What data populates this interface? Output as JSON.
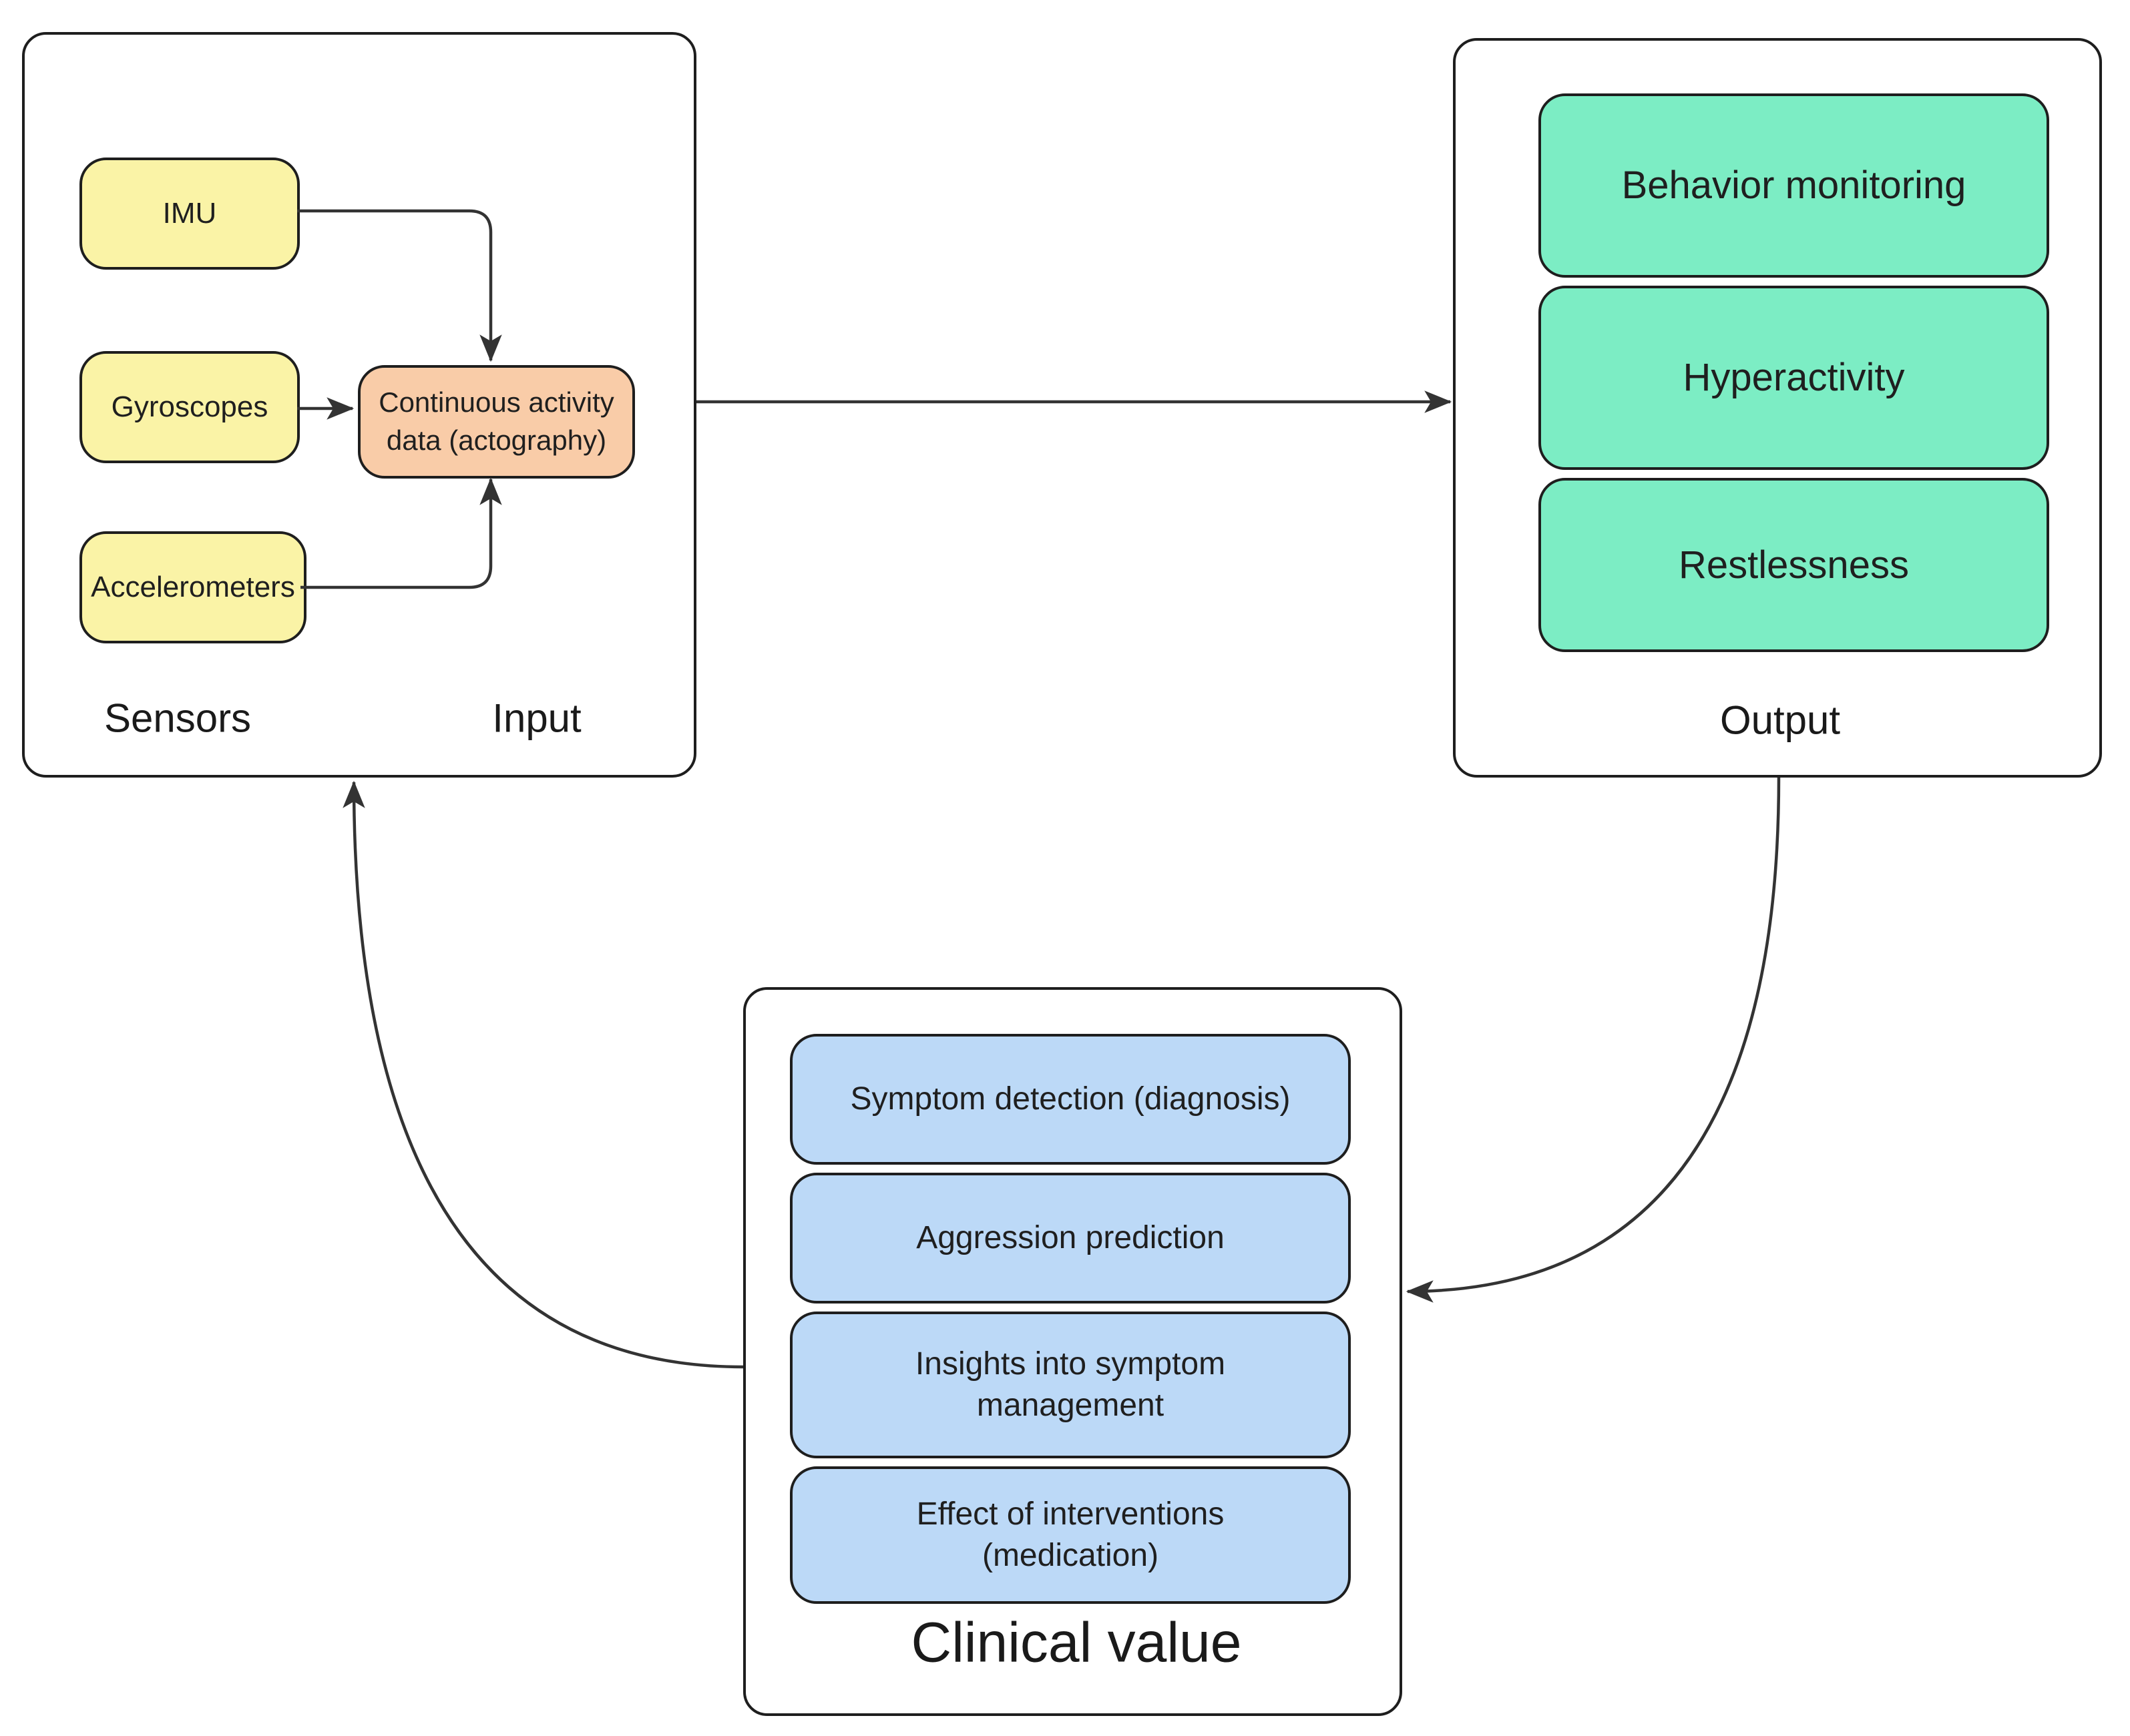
{
  "diagram": {
    "sensors_panel": {
      "label_left": "Sensors",
      "label_right": "Input",
      "nodes": {
        "imu": "IMU",
        "gyroscopes": "Gyroscopes",
        "accelerometers": "Accelerometers",
        "activity_lines": [
          "Continuous activity",
          "data (actography)"
        ]
      }
    },
    "output_panel": {
      "label": "Output",
      "items": [
        "Behavior monitoring",
        "Hyperactivity",
        "Restlessness"
      ]
    },
    "clinical_panel": {
      "label": "Clinical value",
      "items": [
        [
          "Symptom detection (diagnosis)",
          ""
        ],
        [
          "Aggression prediction",
          ""
        ],
        [
          "Insights into symptom",
          "management"
        ],
        [
          "Effect of interventions",
          "(medication)"
        ]
      ]
    },
    "arrows": [
      "imu-to-activity",
      "gyroscopes-to-activity",
      "accelerometers-to-activity",
      "input-to-output",
      "output-to-clinical",
      "clinical-to-sensors"
    ],
    "colors": {
      "yellow": "#FAF3A6",
      "orange": "#F9CCA8",
      "green": "#7CEDC4",
      "blue": "#BCD9F7",
      "line": "#333333",
      "panel_border": "#1e1e1e",
      "background": "#ffffff"
    }
  }
}
